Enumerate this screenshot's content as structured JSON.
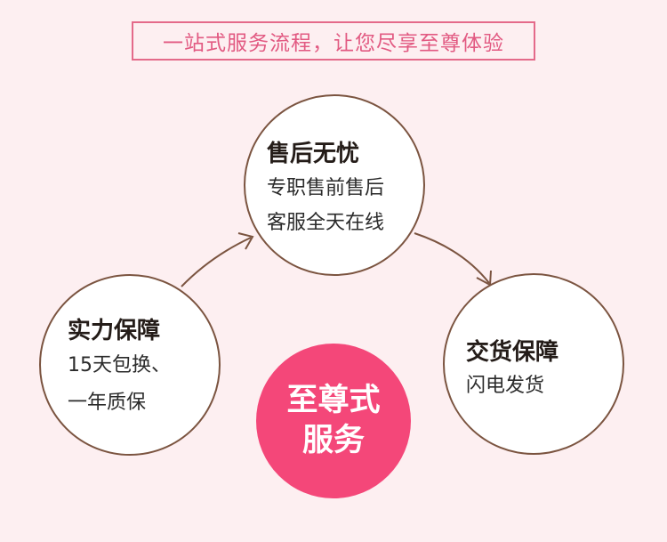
{
  "header": {
    "title": "一站式服务流程，让您尽享至尊体验"
  },
  "steps": [
    {
      "title": "售后无忧",
      "lines": [
        "专职售前售后",
        "客服全天在线"
      ]
    },
    {
      "title": "实力保障",
      "lines": [
        "15天包换、",
        "一年质保"
      ]
    },
    {
      "title": "交货保障",
      "lines": [
        "闪电发货"
      ]
    }
  ],
  "center": {
    "line1": "至尊式",
    "line2": "服务"
  },
  "colors": {
    "background": "#fdeff1",
    "accent_pink": "#f44779",
    "title_border": "#e46a8a",
    "circle_border": "#7b5440",
    "arrow": "#7b5440"
  },
  "icons": [
    "arrow-right-icon",
    "arrow-down-right-icon"
  ]
}
